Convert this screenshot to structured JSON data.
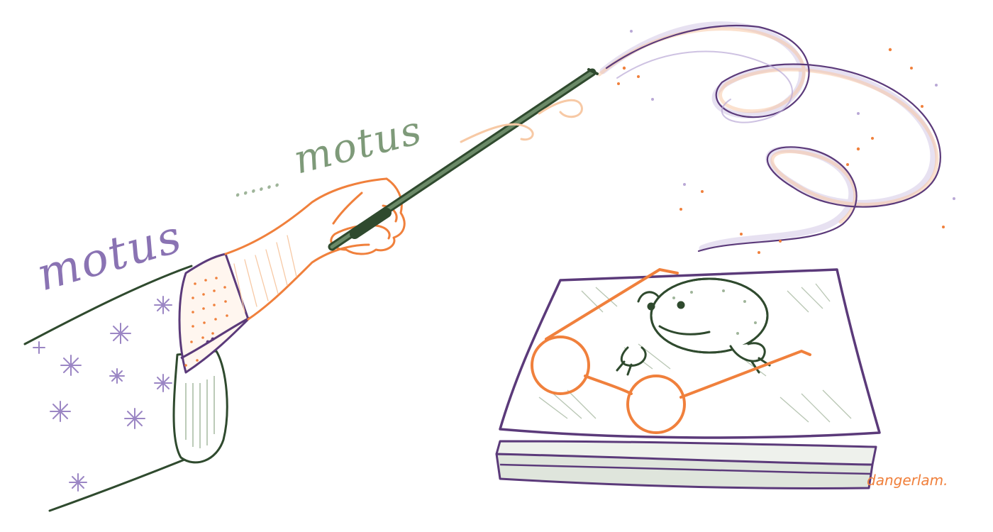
{
  "incantation": {
    "word_1": "motus",
    "dots": "......",
    "word_2": "motus"
  },
  "signature": "dangerlam.",
  "colors": {
    "purple": "#5b3a7a",
    "lavender": "#b9a8d6",
    "orange": "#f0803c",
    "peach": "#f7c9a5",
    "green": "#2f4a2e",
    "sage": "#9fb59a",
    "paper_shade": "#dfe5dc"
  }
}
